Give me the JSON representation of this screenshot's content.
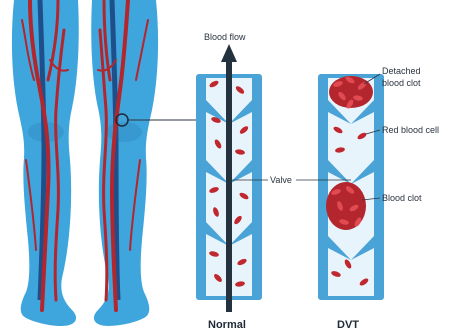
{
  "labels": {
    "blood_flow": "Blood flow",
    "valve": "Valve",
    "detached_clot_line1": "Detached",
    "detached_clot_line2": "blood clot",
    "red_blood_cell": "Red blood cell",
    "blood_clot": "Blood clot"
  },
  "captions": {
    "normal": "Normal",
    "dvt": "DVT"
  },
  "colors": {
    "skin": "#3ea6dc",
    "skin_shade": "#2f8ac0",
    "vein": "#b3262d",
    "deep_vein": "#1f4f8a",
    "vessel_wall": "#4aa3d6",
    "vessel_lumen": "#e8f4fb",
    "arrow": "#24323f",
    "clot": "#c0282f"
  }
}
